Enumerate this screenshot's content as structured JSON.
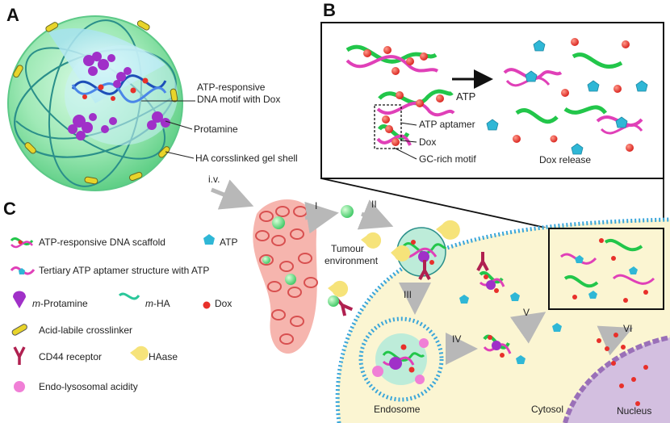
{
  "panels": {
    "a": "A",
    "b": "B",
    "c": "C"
  },
  "panel_a": {
    "motif_label_1": "ATP-responsive",
    "motif_label_2": "DNA motif with Dox",
    "protamine_label": "Protamine",
    "shell_label": "HA corsslinked gel shell"
  },
  "panel_b": {
    "atp_arrow": "ATP",
    "aptamer_label": "ATP aptamer",
    "dox_label": "Dox",
    "gc_label": "GC-rich motif",
    "release_label": "Dox release"
  },
  "panel_c": {
    "iv": "i.v.",
    "step_i": "I",
    "step_ii": "II",
    "step_iii": "III",
    "step_iv": "IV",
    "step_v": "V",
    "step_vi": "VI",
    "tumour_1": "Tumour",
    "tumour_2": "environment",
    "endosome": "Endosome",
    "cytosol": "Cytosol",
    "nucleus": "Nucleus"
  },
  "legend": {
    "scaffold": "ATP-responsive DNA scaffold",
    "atp": "ATP",
    "tertiary": "Tertiary ATP aptamer structure with ATP",
    "m_prefix": "m",
    "protamine": "-Protamine",
    "ha": "-HA",
    "dox": "Dox",
    "crosslinker": "Acid-labile crosslinker",
    "cd44": "CD44 receptor",
    "haase": "HAase",
    "acidity": "Endo-lysosomal acidity"
  },
  "colors": {
    "shell_green": "#8fe3a8",
    "strand_green": "#22c64a",
    "strand_magenta": "#e040b8",
    "dox_red": "#e8302a",
    "atp_cyan": "#2fb7d6",
    "protamine_purple": "#a030c8",
    "cell_yellow": "#fbf5d2",
    "membrane_blue": "#3aa6da",
    "vessel_pink": "#f4a8a0",
    "nucleus_purple": "#b9a0c8"
  }
}
